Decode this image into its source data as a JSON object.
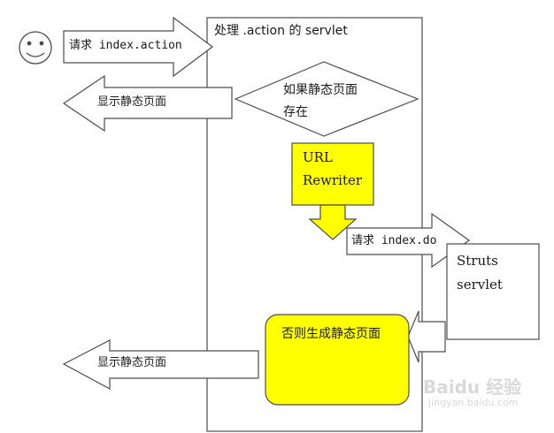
{
  "diagram": {
    "servlet_box_title": "处理 .action 的 servlet",
    "request_action": "请求 index.action",
    "display_static_top": "显示静态页面",
    "decision_static_exists_line1": "如果静态页面",
    "decision_static_exists_line2": "存在",
    "url_rewriter_line1": "URL",
    "url_rewriter_line2": "Rewriter",
    "request_do": "请求 index.do",
    "struts_line1": "Struts",
    "struts_line2": "servlet",
    "generate_static": "否则生成静态页面",
    "display_static_bottom": "显示静态页面"
  },
  "colors": {
    "highlight_yellow": "#ffff00",
    "outline": "#4d4d4d",
    "text": "#1a1a1a"
  },
  "watermark": {
    "text": "Baidu 经验",
    "subtext": "jingyan.baidu.com"
  }
}
